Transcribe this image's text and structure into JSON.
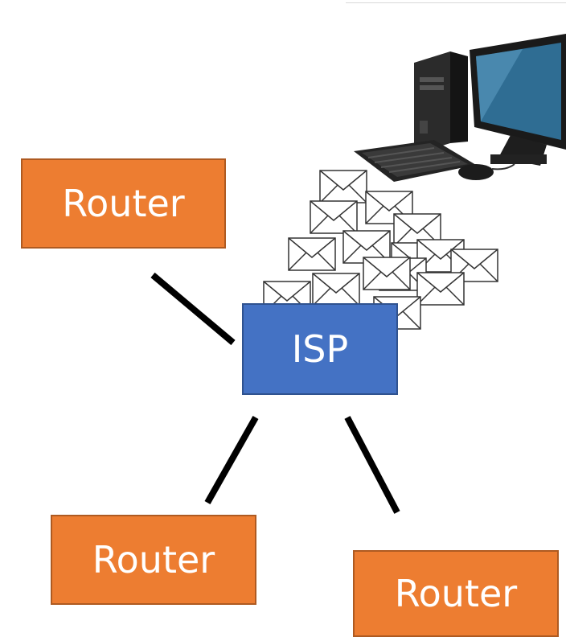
{
  "diagram": {
    "isp": {
      "label": "ISP",
      "color": "#4472c4"
    },
    "routers": [
      {
        "id": "left",
        "label": "Router"
      },
      {
        "id": "bottom-left",
        "label": "Router"
      },
      {
        "id": "bottom-right",
        "label": "Router"
      }
    ],
    "router_color": "#ed7d31",
    "computer": {
      "icon": "desktop-computer-icon"
    },
    "messages": {
      "icon": "envelope-icon",
      "count": 15
    }
  }
}
